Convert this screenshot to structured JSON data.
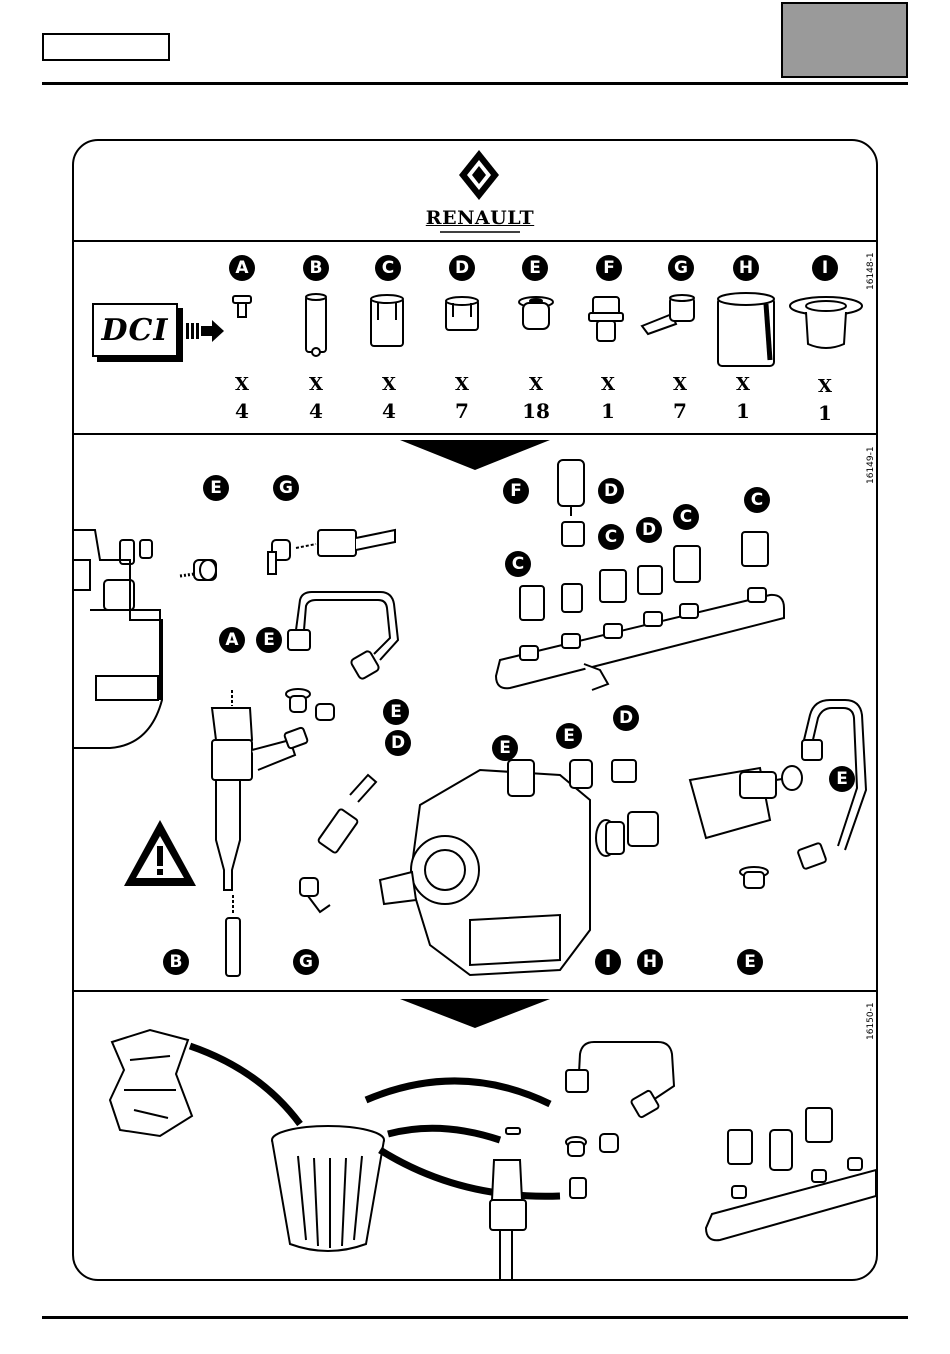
{
  "brand": {
    "name": "RENAULT"
  },
  "badge": {
    "text": "DCI"
  },
  "parts": [
    {
      "letter": "A",
      "x_label": "X",
      "qty": "4"
    },
    {
      "letter": "B",
      "x_label": "X",
      "qty": "4"
    },
    {
      "letter": "C",
      "x_label": "X",
      "qty": "4"
    },
    {
      "letter": "D",
      "x_label": "X",
      "qty": "7"
    },
    {
      "letter": "E",
      "x_label": "X",
      "qty": "18"
    },
    {
      "letter": "F",
      "x_label": "X",
      "qty": "1"
    },
    {
      "letter": "G",
      "x_label": "X",
      "qty": "7"
    },
    {
      "letter": "H",
      "x_label": "X",
      "qty": "1"
    },
    {
      "letter": "I",
      "x_label": "X",
      "qty": "1"
    }
  ],
  "refs": {
    "panel1": "16148-1",
    "panel2": "16149-1",
    "panel3": "16150-1"
  },
  "callouts": {
    "E1": "E",
    "G1": "G",
    "F1": "F",
    "D1": "D",
    "C1": "C",
    "C2": "C",
    "D2": "D",
    "C3": "C",
    "C4": "C",
    "A1": "A",
    "E2": "E",
    "E3": "E",
    "D3": "D",
    "B1": "B",
    "G2": "G",
    "E4": "E",
    "E5": "E",
    "D4": "D",
    "E6": "E",
    "I1": "I",
    "H1": "H",
    "E7": "E"
  },
  "colors": {
    "ink": "#000000",
    "header_grey": "#9a9a9a",
    "paper": "#ffffff"
  }
}
